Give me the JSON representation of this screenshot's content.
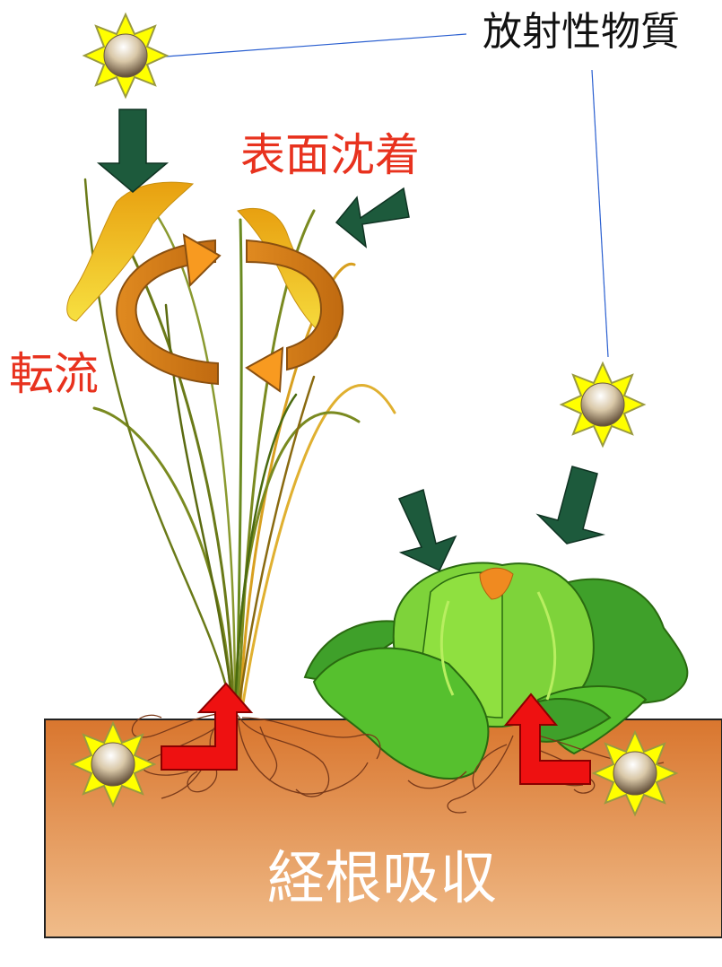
{
  "labels": {
    "radioactive_material": "放射性物質",
    "surface_deposition": "表面沈着",
    "translocation": "転流",
    "root_absorption": "経根吸収"
  },
  "colors": {
    "label_red": "#e8321e",
    "deposit_arrow": "#1d5a3c",
    "uptake_arrow": "#ee1111",
    "circulation_arrow": "#ef8a10",
    "soil_top": "#d9762e",
    "soil_bottom": "#f0bc8a",
    "particle_star": "#ffff00",
    "leaf_yellow": "#f2c21a",
    "cabbage_green": "#5dbf2e",
    "leader_line": "#2a5fd0"
  },
  "icons": {
    "particle": "star-sphere-icon",
    "deposit": "arrow-down-icon",
    "uptake": "arrow-bend-up-icon",
    "translocation": "circular-arrow-icon"
  }
}
